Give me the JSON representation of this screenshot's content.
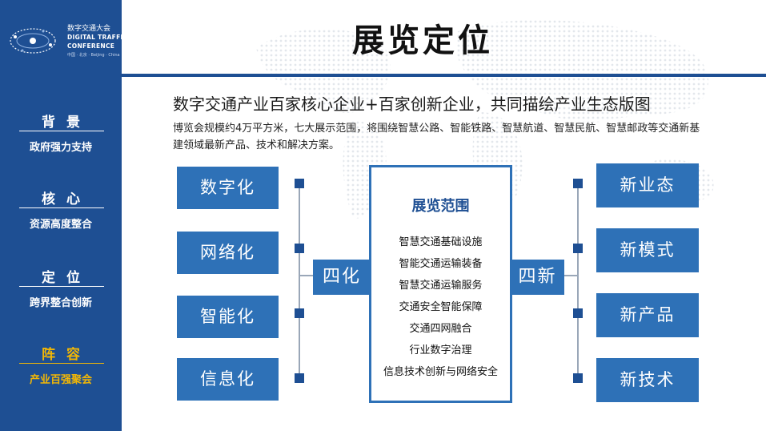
{
  "sidebar": {
    "logo": {
      "cn": "数字交通大会",
      "en_line1": "DIGITAL TRAFFIC",
      "en_line2": "CONFERENCE",
      "small": "中国 · 北京 · Beijing · China"
    },
    "items": [
      {
        "title": "背景",
        "subtitle": "政府强力支持"
      },
      {
        "title": "核心",
        "subtitle": "资源高度整合"
      },
      {
        "title": "定位",
        "subtitle": "跨界整合创新"
      },
      {
        "title": "阵容",
        "subtitle": "产业百强聚会"
      }
    ],
    "active_index": 3,
    "colors": {
      "background": "#1e4f93",
      "active": "#f2b705"
    }
  },
  "header": {
    "title": "展览定位",
    "subtitle": "数字交通产业百家核心企业+百家创新企业，共同描绘产业生态版图",
    "description": "博览会规模约4万平方米，七大展示范围，将围绕智慧公路、智能铁路、智慧航道、智慧民航、智慧邮政等交通新基建领域最新产品、技术和解决方案。"
  },
  "diagram": {
    "left_items": [
      "数字化",
      "网络化",
      "智能化",
      "信息化"
    ],
    "left_hub": "四化",
    "center": {
      "title": "展览范围",
      "items": [
        "智慧交通基础设施",
        "智能交通运输装备",
        "智慧交通运输服务",
        "交通安全智能保障",
        "交通四网融合",
        "行业数字治理",
        "信息技术创新与网络安全"
      ]
    },
    "right_hub": "四新",
    "right_items": [
      "新业态",
      "新模式",
      "新产品",
      "新技术"
    ],
    "colors": {
      "box": "#2e71b7",
      "connector": "#1e4f93",
      "line": "#9aa7b8"
    }
  }
}
